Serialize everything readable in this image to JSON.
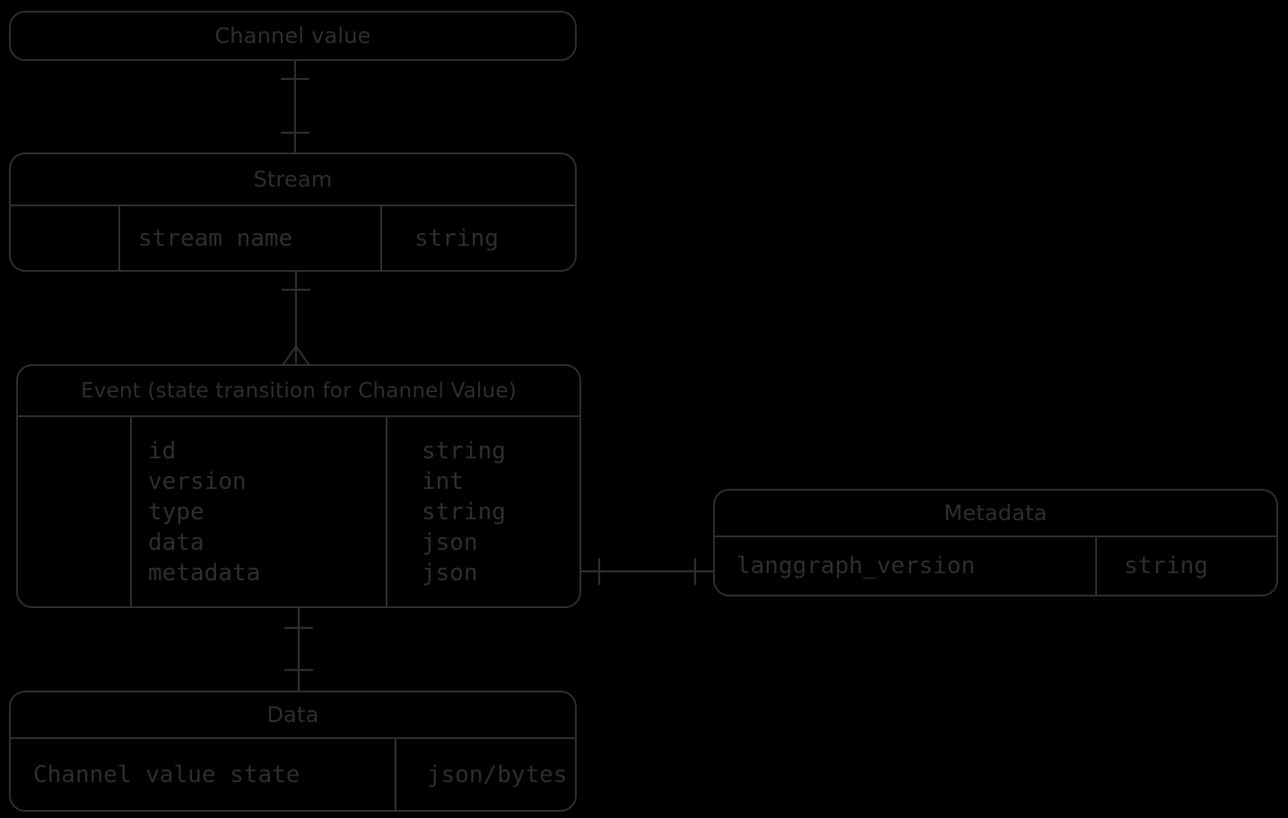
{
  "theme": {
    "background": "#000000",
    "stroke": "#2e2e2e",
    "text": "#2e2e2e"
  },
  "entities": {
    "channel_value": {
      "title": "Channel value",
      "attributes": []
    },
    "stream": {
      "title": "Stream",
      "attributes": [
        {
          "name": "stream name",
          "type": "string"
        }
      ]
    },
    "event": {
      "title": "Event (state transition for Channel Value)",
      "attributes": [
        {
          "name": "id",
          "type": "string"
        },
        {
          "name": "version",
          "type": "int"
        },
        {
          "name": "type",
          "type": "string"
        },
        {
          "name": "data",
          "type": "json"
        },
        {
          "name": "metadata",
          "type": "json"
        }
      ]
    },
    "metadata": {
      "title": "Metadata",
      "attributes": [
        {
          "name": "langgraph_version",
          "type": "string"
        }
      ]
    },
    "data": {
      "title": "Data",
      "attributes": [
        {
          "name": "Channel value state",
          "type": "json/bytes"
        }
      ]
    }
  },
  "relationships": [
    {
      "from": "Channel value",
      "to": "Stream",
      "cardinality": "one-to-one"
    },
    {
      "from": "Stream",
      "to": "Event (state transition for Channel Value)",
      "cardinality": "one-to-many"
    },
    {
      "from": "Event (state transition for Channel Value)",
      "to": "Metadata",
      "cardinality": "one-to-one"
    },
    {
      "from": "Event (state transition for Channel Value)",
      "to": "Data",
      "cardinality": "one-to-one"
    }
  ]
}
